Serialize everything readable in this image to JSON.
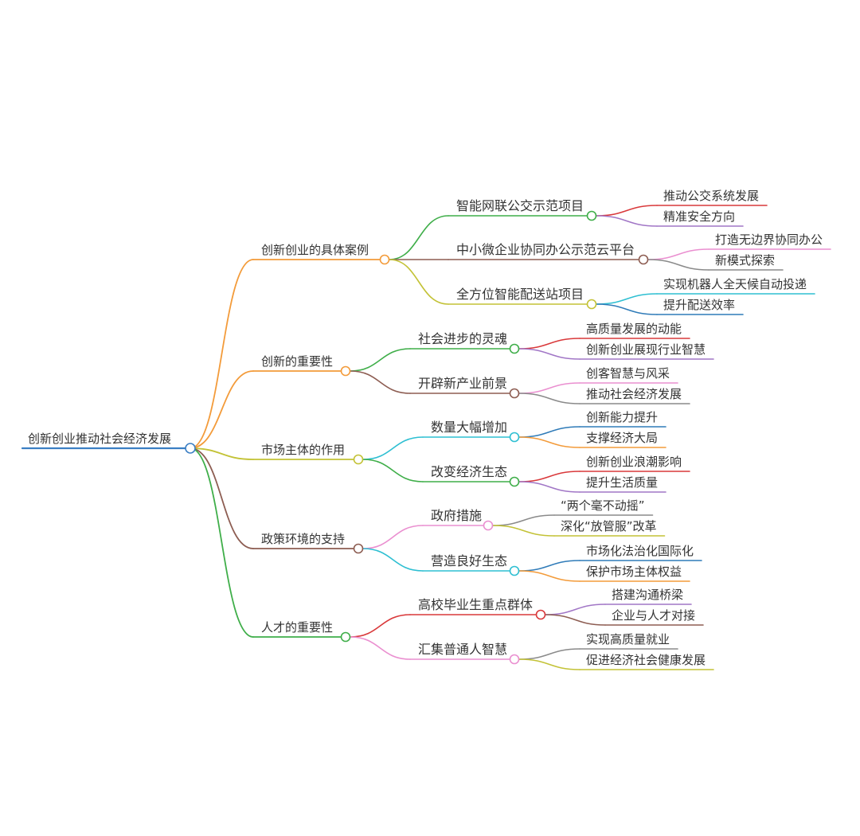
{
  "root": {
    "label": "创新创业推动社会经济发展",
    "color": "#3b7fc4"
  },
  "branches": [
    {
      "label": "创新创业的具体案例",
      "color": "#f39b3a",
      "children": [
        {
          "label": "智能网联公交示范项目",
          "color": "#3fae49",
          "children": [
            {
              "label": "推动公交系统发展",
              "color": "#d9383a"
            },
            {
              "label": "精准安全方向",
              "color": "#a176c6"
            }
          ]
        },
        {
          "label": "中小微企业协同办公示范云平台",
          "color": "#8d5d52",
          "children": [
            {
              "label": "打造无边界协同办公",
              "color": "#ea8fd0"
            },
            {
              "label": "新模式探索",
              "color": "#8a8a8a"
            }
          ]
        },
        {
          "label": "全方位智能配送站项目",
          "color": "#c3c236",
          "children": [
            {
              "label": "实现机器人全天候自动投递",
              "color": "#2ebfd2"
            },
            {
              "label": "提升配送效率",
              "color": "#2f7bb8"
            }
          ]
        }
      ]
    },
    {
      "label": "创新的重要性",
      "color": "#f39b3a",
      "children": [
        {
          "label": "社会进步的灵魂",
          "color": "#3fae49",
          "children": [
            {
              "label": "高质量发展的动能",
              "color": "#d9383a"
            },
            {
              "label": "创新创业展现行业智慧",
              "color": "#a176c6"
            }
          ]
        },
        {
          "label": "开辟新产业前景",
          "color": "#8d5d52",
          "children": [
            {
              "label": "创客智慧与风采",
              "color": "#ea8fd0"
            },
            {
              "label": "推动社会经济发展",
              "color": "#8a8a8a"
            }
          ]
        }
      ]
    },
    {
      "label": "市场主体的作用",
      "color": "#c3c236",
      "children": [
        {
          "label": "数量大幅增加",
          "color": "#2ebfd2",
          "children": [
            {
              "label": "创新能力提升",
              "color": "#2f7bb8"
            },
            {
              "label": "支撑经济大局",
              "color": "#f39b3a"
            }
          ]
        },
        {
          "label": "改变经济生态",
          "color": "#3fae49",
          "children": [
            {
              "label": "创新创业浪潮影响",
              "color": "#d9383a"
            },
            {
              "label": "提升生活质量",
              "color": "#a176c6"
            }
          ]
        }
      ]
    },
    {
      "label": "政策环境的支持",
      "color": "#8d5d52",
      "children": [
        {
          "label": "政府措施",
          "color": "#ea8fd0",
          "children": [
            {
              "label": "“两个毫不动摇”",
              "color": "#8a8a8a"
            },
            {
              "label": "深化“放管服”改革",
              "color": "#c3c236"
            }
          ]
        },
        {
          "label": "营造良好生态",
          "color": "#2ebfd2",
          "children": [
            {
              "label": "市场化法治化国际化",
              "color": "#2f7bb8"
            },
            {
              "label": "保护市场主体权益",
              "color": "#f39b3a"
            }
          ]
        }
      ]
    },
    {
      "label": "人才的重要性",
      "color": "#3fae49",
      "children": [
        {
          "label": "高校毕业生重点群体",
          "color": "#d9383a",
          "children": [
            {
              "label": "搭建沟通桥梁",
              "color": "#a176c6"
            },
            {
              "label": "企业与人才对接",
              "color": "#8d5d52"
            }
          ]
        },
        {
          "label": "汇集普通人智慧",
          "color": "#ea8fd0",
          "children": [
            {
              "label": "实现高质量就业",
              "color": "#8a8a8a"
            },
            {
              "label": "促进经济社会健康发展",
              "color": "#c3c236"
            }
          ]
        }
      ]
    }
  ]
}
